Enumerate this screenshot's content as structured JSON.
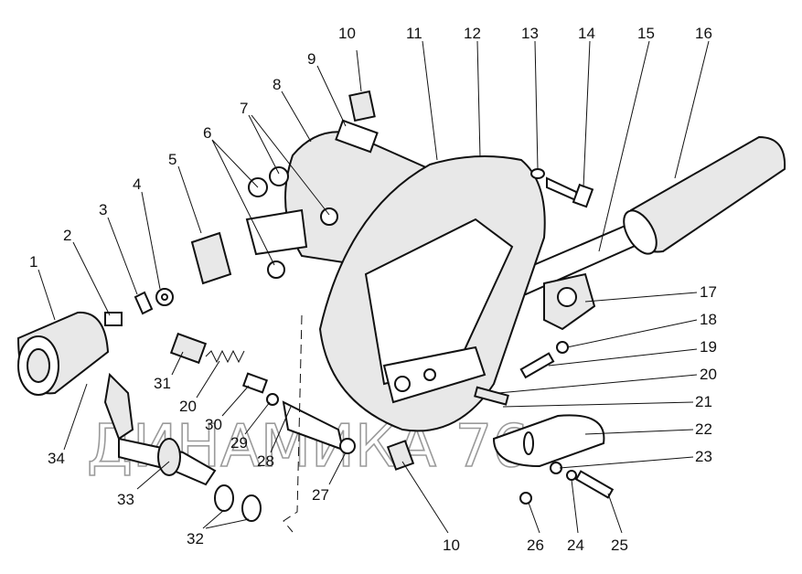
{
  "watermark": "ДИНАМИКА 76",
  "callouts": [
    {
      "id": "c10a",
      "text": "10"
    },
    {
      "id": "c11",
      "text": "11"
    },
    {
      "id": "c12",
      "text": "12"
    },
    {
      "id": "c13",
      "text": "13"
    },
    {
      "id": "c14",
      "text": "14"
    },
    {
      "id": "c15",
      "text": "15"
    },
    {
      "id": "c16",
      "text": "16"
    },
    {
      "id": "c9",
      "text": "9"
    },
    {
      "id": "c8",
      "text": "8"
    },
    {
      "id": "c7",
      "text": "7"
    },
    {
      "id": "c6",
      "text": "6"
    },
    {
      "id": "c5",
      "text": "5"
    },
    {
      "id": "c4",
      "text": "4"
    },
    {
      "id": "c3",
      "text": "3"
    },
    {
      "id": "c2",
      "text": "2"
    },
    {
      "id": "c1",
      "text": "1"
    },
    {
      "id": "c17",
      "text": "17"
    },
    {
      "id": "c18",
      "text": "18"
    },
    {
      "id": "c19",
      "text": "19"
    },
    {
      "id": "c20a",
      "text": "20"
    },
    {
      "id": "c21",
      "text": "21"
    },
    {
      "id": "c22",
      "text": "22"
    },
    {
      "id": "c23",
      "text": "23"
    },
    {
      "id": "c31",
      "text": "31"
    },
    {
      "id": "c20b",
      "text": "20"
    },
    {
      "id": "c30",
      "text": "30"
    },
    {
      "id": "c29",
      "text": "29"
    },
    {
      "id": "c28",
      "text": "28"
    },
    {
      "id": "c34",
      "text": "34"
    },
    {
      "id": "c33",
      "text": "33"
    },
    {
      "id": "c27",
      "text": "27"
    },
    {
      "id": "c10b",
      "text": "10"
    },
    {
      "id": "c32",
      "text": "32"
    },
    {
      "id": "c26",
      "text": "26"
    },
    {
      "id": "c24",
      "text": "24"
    },
    {
      "id": "c25",
      "text": "25"
    }
  ]
}
